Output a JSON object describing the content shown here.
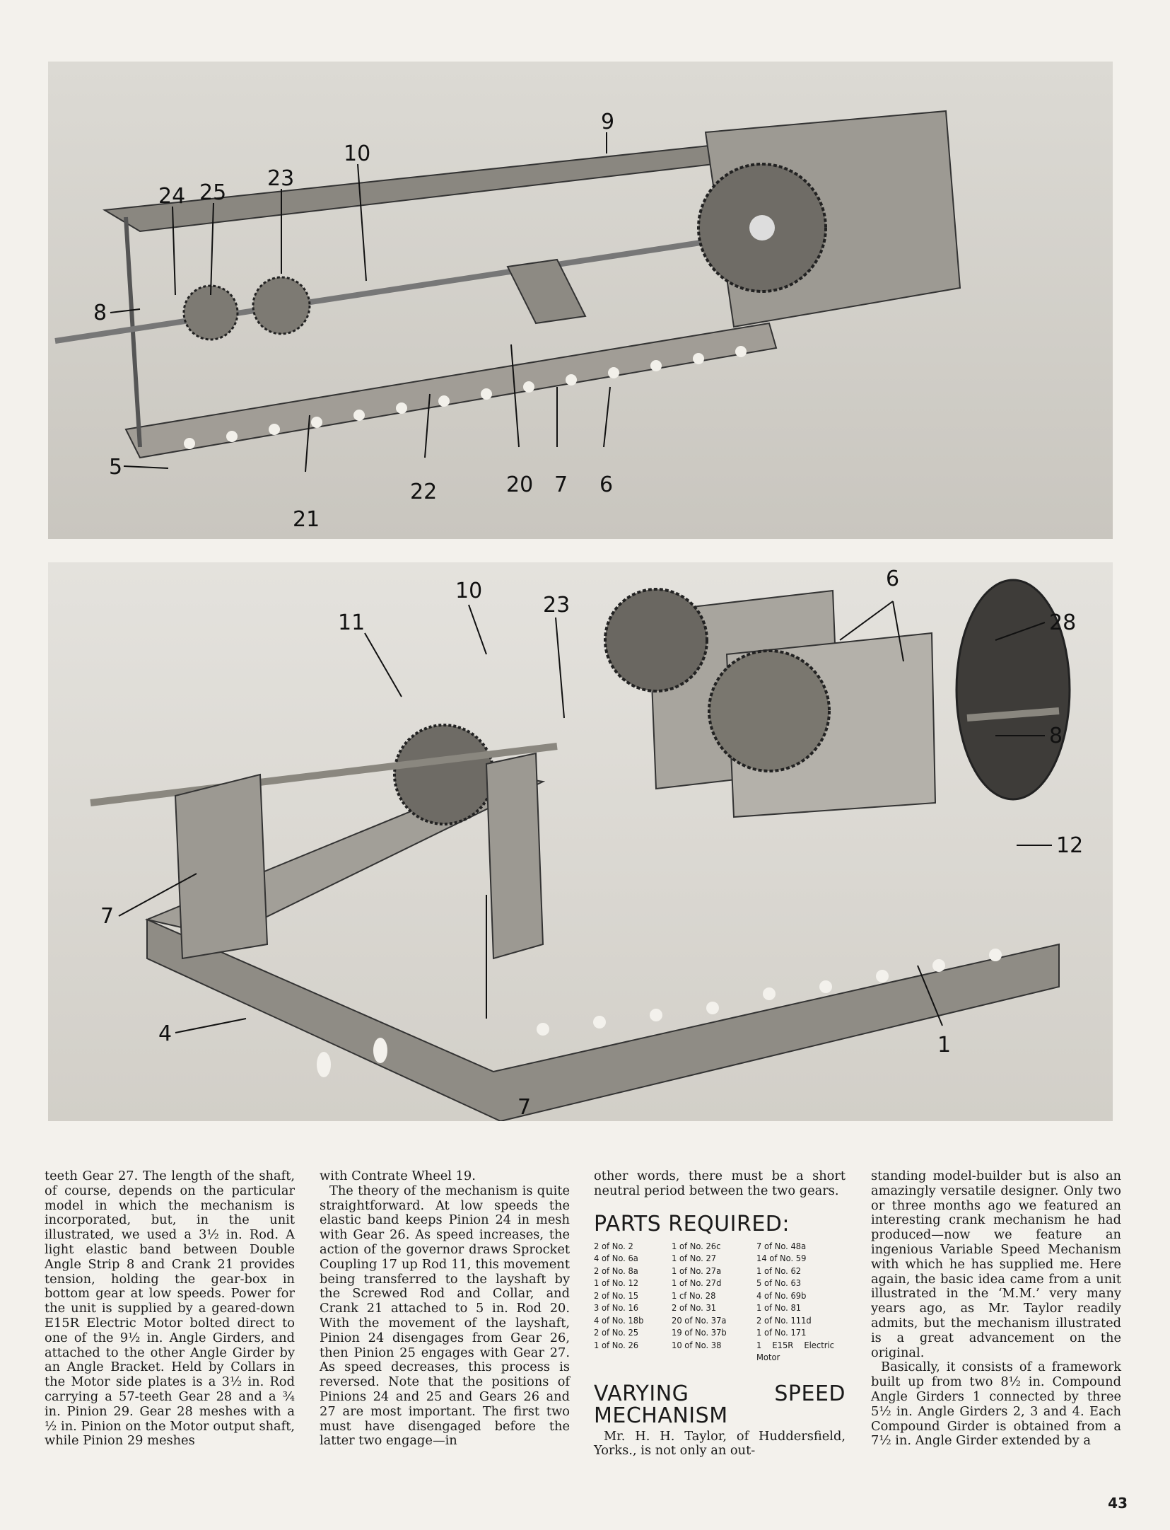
{
  "photo_top": {
    "callouts": [
      "9",
      "10",
      "24",
      "25",
      "23",
      "8",
      "5",
      "21",
      "22",
      "20",
      "7",
      "6"
    ]
  },
  "photo_bottom": {
    "callouts": [
      "10",
      "23",
      "6",
      "11",
      "28",
      "8",
      "12",
      "7",
      "4",
      "1",
      "7"
    ]
  },
  "col1": {
    "p1": "teeth Gear 27. The length of the shaft, of course, depends on the particular model in which the mechanism is incorporated, but, in the unit illustrated, we used a 3½ in. Rod. A light elastic band between Double Angle Strip 8 and Crank 21 provides tension, holding the gear-box in bottom gear at low speeds. Power for the unit is supplied by a geared-down E15R Electric Motor bolted direct to one of the 9½ in. Angle Girders, and attached to the other Angle Girder by an Angle Bracket. Held by Collars in the Motor side plates is a 3½ in. Rod carrying a 57-teeth Gear 28 and a ¾ in. Pinion 29. Gear 28 meshes with a ½ in. Pinion on the Motor output shaft, while Pinion 29 meshes"
  },
  "col2": {
    "p1": "with Contrate Wheel 19.",
    "p2": "The theory of the mechanism is quite straightforward. At low speeds the elastic band keeps Pinion 24 in mesh with Gear 26. As speed increases, the action of the governor draws Sprocket Coupling 17 up Rod 11, this movement being transferred to the layshaft by the Screwed Rod and Collar, and Crank 21 attached to 5 in. Rod 20. With the movement of the layshaft, Pinion 24 disengages from Gear 26, then Pinion 25 engages with Gear 27. As speed decreases, this process is reversed. Note that the positions of Pinions 24 and 25 and Gears 26 and 27 are most important. The first two must have disengaged before the latter two engage—in"
  },
  "col3": {
    "p1": "other words, there must be a short neutral period between the two gears.",
    "parts_heading": "PARTS REQUIRED:",
    "parts": [
      "2 of No. 2",
      "1 of No. 26c",
      "7 of No. 48a",
      "4 of No. 6a",
      "1 of No. 27",
      "14 of No. 59",
      "2 of No. 8a",
      "1 of No. 27a",
      "1 of No. 62",
      "1 of No. 12",
      "1 of No. 27d",
      "5 of No. 63",
      "2 of No. 15",
      "1 cf No. 28",
      "4 of No. 69b",
      "3 of No. 16",
      "2 of No. 31",
      "1 of No. 81",
      "4 of No. 18b",
      "20 of No. 37a",
      "2 of No. 111d",
      "2 of No. 25",
      "19 of No. 37b",
      "1 of No. 171",
      "1 of No. 26",
      "10 of No. 38",
      "1 E15R Electric Motor"
    ],
    "mech_heading": "VARYING SPEED MECHANISM",
    "p2": "Mr. H. H. Taylor, of Huddersfield, Yorks., is not only an out-"
  },
  "col4": {
    "p1": "standing model-builder but is also an amazingly versatile designer. Only two or three months ago we featured an interesting crank mechanism he had produced—now we feature an ingenious Variable Speed Mechanism with which he has supplied me. Here again, the basic idea came from a unit illustrated in the ‘M.M.’ very many years ago, as Mr. Taylor readily admits, but the mechanism illustrated is a great advancement on the original.",
    "p2": "Basically, it consists of a framework built up from two 8½ in. Compound Angle Girders 1 connected by three 5½ in. Angle Girders 2, 3 and 4. Each Compound Girder is obtained from a 7½ in. Angle Girder extended by a"
  },
  "page_number": "43"
}
